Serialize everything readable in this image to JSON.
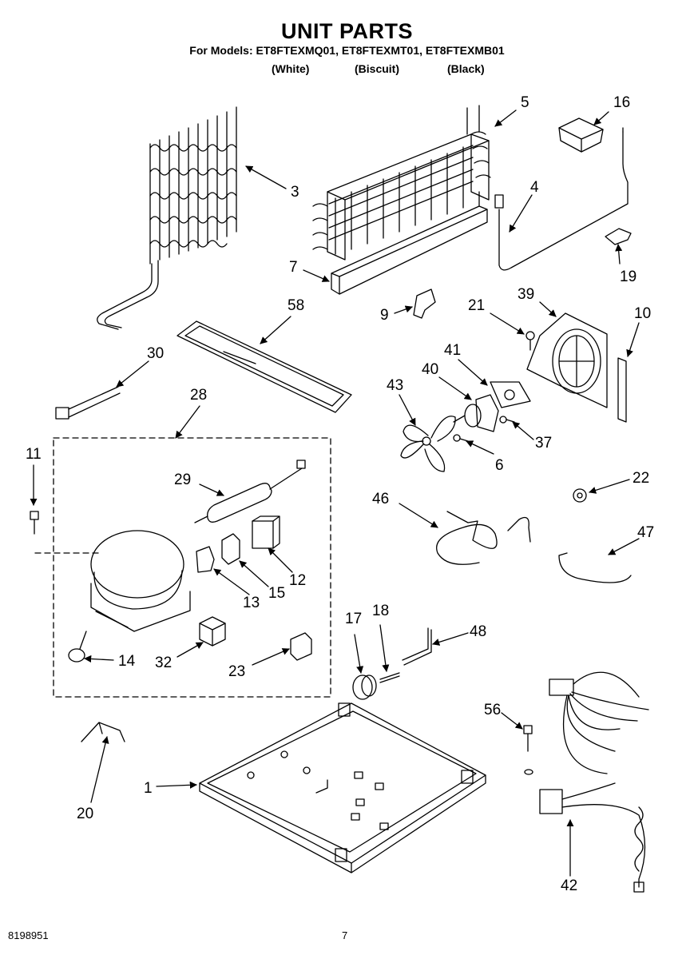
{
  "header": {
    "title": "UNIT PARTS",
    "models_line": "For Models: ET8FTEXMQ01, ET8FTEXMT01, ET8FTEXMB01",
    "colors": [
      "(White)",
      "(Biscuit)",
      "(Black)"
    ]
  },
  "callouts": [
    {
      "id": "c3",
      "label": "3"
    },
    {
      "id": "c5",
      "label": "5"
    },
    {
      "id": "c16",
      "label": "16"
    },
    {
      "id": "c4",
      "label": "4"
    },
    {
      "id": "c7",
      "label": "7"
    },
    {
      "id": "c19",
      "label": "19"
    },
    {
      "id": "c58",
      "label": "58"
    },
    {
      "id": "c9",
      "label": "9"
    },
    {
      "id": "c21",
      "label": "21"
    },
    {
      "id": "c39",
      "label": "39"
    },
    {
      "id": "c10",
      "label": "10"
    },
    {
      "id": "c30",
      "label": "30"
    },
    {
      "id": "c41",
      "label": "41"
    },
    {
      "id": "c40",
      "label": "40"
    },
    {
      "id": "c43",
      "label": "43"
    },
    {
      "id": "c28",
      "label": "28"
    },
    {
      "id": "c37",
      "label": "37"
    },
    {
      "id": "c6",
      "label": "6"
    },
    {
      "id": "c11",
      "label": "11"
    },
    {
      "id": "c29",
      "label": "29"
    },
    {
      "id": "c22",
      "label": "22"
    },
    {
      "id": "c46",
      "label": "46"
    },
    {
      "id": "c47",
      "label": "47"
    },
    {
      "id": "c12",
      "label": "12"
    },
    {
      "id": "c15",
      "label": "15"
    },
    {
      "id": "c13",
      "label": "13"
    },
    {
      "id": "c17",
      "label": "17"
    },
    {
      "id": "c18",
      "label": "18"
    },
    {
      "id": "c48",
      "label": "48"
    },
    {
      "id": "c14",
      "label": "14"
    },
    {
      "id": "c32",
      "label": "32"
    },
    {
      "id": "c23",
      "label": "23"
    },
    {
      "id": "c56",
      "label": "56"
    },
    {
      "id": "c1",
      "label": "1"
    },
    {
      "id": "c20",
      "label": "20"
    },
    {
      "id": "c42",
      "label": "42"
    }
  ],
  "footer": {
    "doc_number": "8198951",
    "page_number": "7"
  }
}
